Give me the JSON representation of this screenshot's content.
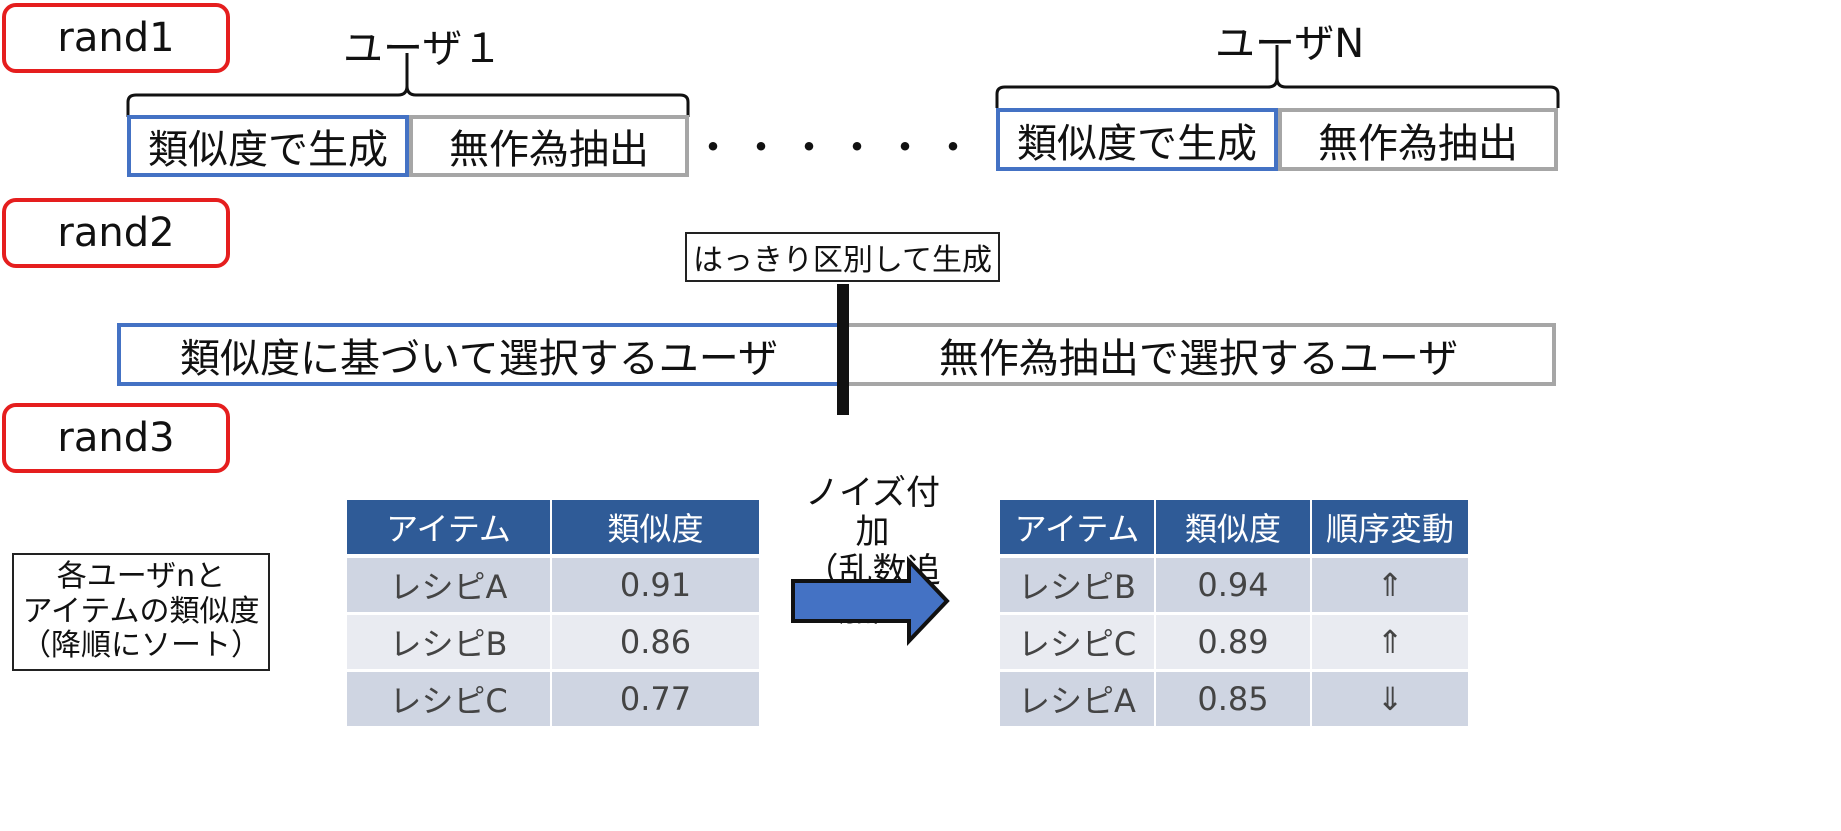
{
  "rand1": {
    "label": "rand1",
    "user_first": "ユーザ１",
    "user_last": "ユーザN",
    "similarity_gen": "類似度で生成",
    "random_extract": "無作為抽出",
    "ellipsis": "・・・・・・"
  },
  "rand2": {
    "label": "rand2",
    "divider_note": "はっきり区別して生成",
    "similarity_users": "類似度に基づいて選択するユーザ",
    "random_users": "無作為抽出で選択するユーザ"
  },
  "rand3": {
    "label": "rand3",
    "note": [
      "各ユーザnと",
      "アイテムの類似度",
      "（降順にソート）"
    ],
    "noise_label": [
      "ノイズ付加",
      "（乱数追加）"
    ],
    "arrow_color": "#4472c4",
    "before_table": {
      "headers": [
        "アイテム",
        "類似度"
      ],
      "rows": [
        [
          "レシピA",
          "0.91"
        ],
        [
          "レシピB",
          "0.86"
        ],
        [
          "レシピC",
          "0.77"
        ]
      ]
    },
    "after_table": {
      "headers": [
        "アイテム",
        "類似度",
        "順序変動"
      ],
      "rows": [
        [
          "レシピB",
          "0.94",
          "⇑"
        ],
        [
          "レシピC",
          "0.89",
          "⇑"
        ],
        [
          "レシピA",
          "0.85",
          "⇓"
        ]
      ]
    }
  },
  "colors": {
    "rand_border": "#e51e1e",
    "similarity_border": "#4472c4",
    "random_border": "#a6a6a6",
    "table_header": "#2f5b97"
  }
}
